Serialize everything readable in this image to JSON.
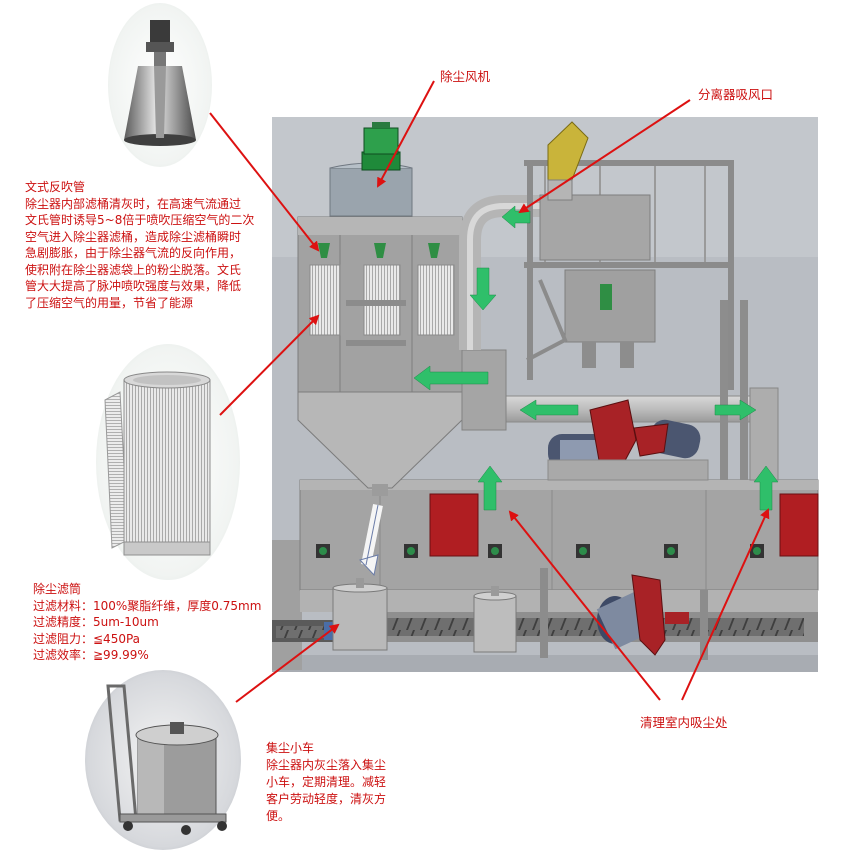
{
  "labels": {
    "fan": "除尘风机",
    "separator": "分离器吸风口",
    "suction": "清理室内吸尘处"
  },
  "venturi": {
    "title": "文式反吹管",
    "lines": [
      "除尘器内部滤桶清灰时，在高速气流通过",
      "文氏管时诱导5~8倍于喷吹压缩空气的二次",
      "空气进入除尘器滤桶，造成除尘滤桶瞬时",
      "急剧膨胀，由于除尘器气流的反向作用，",
      "使积附在除尘器滤袋上的粉尘脱落。文氏",
      "管大大提高了脉冲喷吹强度与效果，降低",
      "了压缩空气的用量，节省了能源"
    ]
  },
  "filter": {
    "title": "除尘滤筒",
    "lines": [
      "过滤材料：100%聚脂纤维，厚度0.75mm",
      "过滤精度：5um-10um",
      "过滤阻力：≦450Pa",
      "过滤效率：≧99.99%"
    ]
  },
  "cart": {
    "title": "集尘小车",
    "lines": [
      "除尘器内灰尘落入集尘",
      "小车，定期清理。减轻",
      "客户劳动轻度，清灰方",
      "便。"
    ]
  },
  "colors": {
    "annotation_red": "#cc1111",
    "flow_green": "#2fbf6a",
    "machine_gray": "#a7a7a7",
    "background_gray": "#b9bdc3",
    "door_red": "#b01e22"
  }
}
